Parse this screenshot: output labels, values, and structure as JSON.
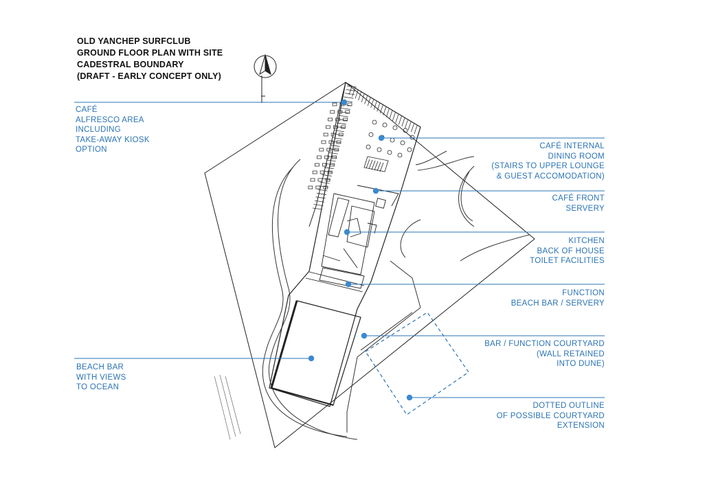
{
  "title": {
    "lines": [
      "OLD YANCHEP SURFCLUB",
      "GROUND FLOOR PLAN WITH SITE",
      "CADESTRAL BOUNDARY",
      "(DRAFT - EARLY CONCEPT ONLY)"
    ]
  },
  "colors": {
    "annotation": "#2a73b5",
    "dot": "#3a8ad0",
    "linework": "#222222"
  },
  "labels": {
    "cafe_alfresco": [
      "CAFÉ",
      "ALFRESCO AREA",
      "INCLUDING",
      "TAKE-AWAY KIOSK",
      "OPTION"
    ],
    "cafe_internal": [
      "CAFÉ INTERNAL",
      "DINING ROOM",
      "(STAIRS TO UPPER LOUNGE",
      "& GUEST ACCOMODATION)"
    ],
    "cafe_front": [
      "CAFÉ FRONT",
      "SERVERY"
    ],
    "kitchen": [
      "KITCHEN",
      "BACK OF HOUSE",
      "TOILET FACILITIES"
    ],
    "function": [
      "FUNCTION",
      "BEACH BAR / SERVERY"
    ],
    "courtyard": [
      "BAR / FUNCTION COURTYARD",
      "(WALL RETAINED",
      "INTO DUNE)"
    ],
    "dotted": [
      "DOTTED OUTLINE",
      "OF POSSIBLE COURTYARD",
      "EXTENSION"
    ],
    "beach_bar": [
      "BEACH BAR",
      "WITH VIEWS",
      "TO OCEAN"
    ]
  },
  "icons": {
    "north_arrow": "north-arrow-icon"
  }
}
